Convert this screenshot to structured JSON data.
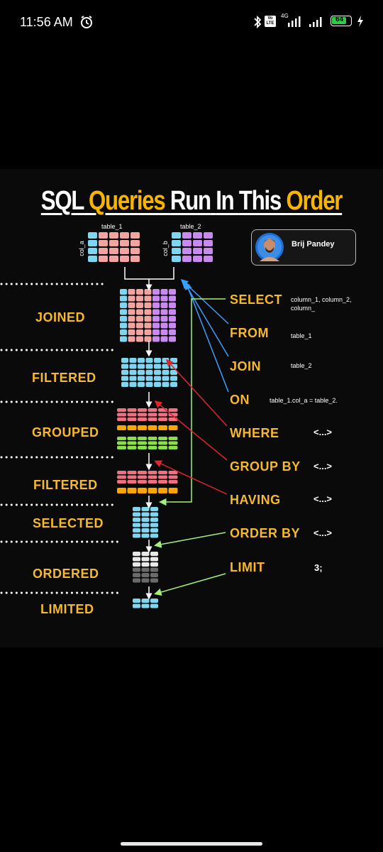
{
  "status_bar": {
    "time": "11:56 AM",
    "volte": "Vo LTE",
    "network": "4G",
    "battery": "64"
  },
  "title": {
    "words": [
      "SQL",
      "Queries",
      "Run",
      "In",
      "This",
      "Order"
    ]
  },
  "tables": {
    "table_1": "table_1",
    "table_2": "table_2",
    "col_a": "col_a",
    "col_b": "col_b"
  },
  "author": {
    "name": "Brij Pandey"
  },
  "stages": [
    "JOINED",
    "FILTERED",
    "GROUPED",
    "FILTERED",
    "SELECTED",
    "ORDERED",
    "LIMITED"
  ],
  "clauses": [
    {
      "keyword": "SELECT",
      "argument": "column_1, column_2, column_"
    },
    {
      "keyword": "FROM",
      "argument": "table_1"
    },
    {
      "keyword": "JOIN",
      "argument": "table_2"
    },
    {
      "keyword": "ON",
      "argument": "table_1.col_a = table_2."
    },
    {
      "keyword": "WHERE",
      "argument": "<...>"
    },
    {
      "keyword": "GROUP BY",
      "argument": "<...>"
    },
    {
      "keyword": "HAVING",
      "argument": "<...>"
    },
    {
      "keyword": "ORDER BY",
      "argument": "<...>"
    },
    {
      "keyword": "LIMIT",
      "argument": "3;"
    }
  ],
  "colors": {
    "accent_yellow": "#f5b82e",
    "title_yellow": "#f7b500",
    "cyan": "#7fd6f0",
    "salmon": "#f4a4a0",
    "purple": "#c98af0",
    "arrow_blue": "#3aa0ff",
    "arrow_red": "#e0252b",
    "arrow_green": "#a3f07a"
  }
}
